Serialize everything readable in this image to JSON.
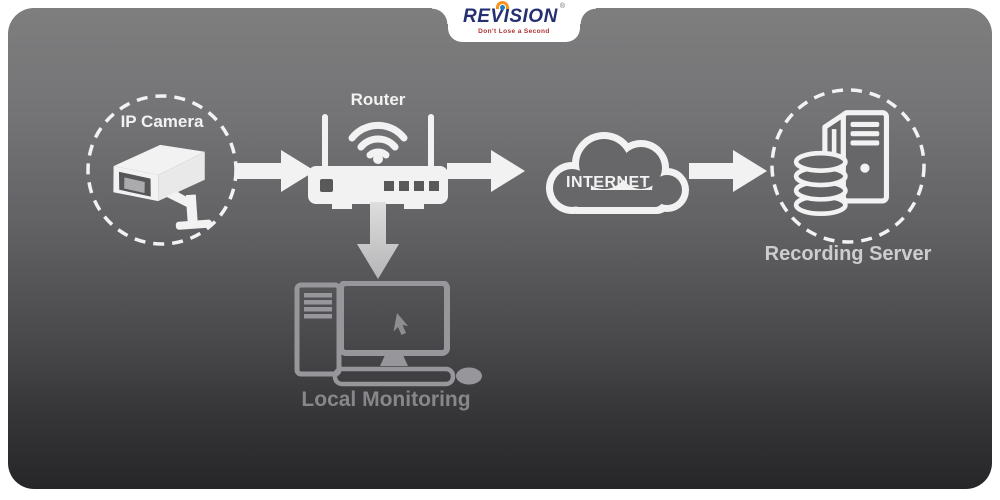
{
  "logo": {
    "brand": "REVISION",
    "registered": "®",
    "tagline": "Don't Lose a Second",
    "brand_color": "#253070",
    "arc_color": "#f7941d",
    "dot_color": "#1f7ec2",
    "tagline_color": "#b03030"
  },
  "nodes": {
    "ip_camera": {
      "label": "IP Camera",
      "icon": "cctv-camera-icon",
      "style": "dashed-circle"
    },
    "router": {
      "label": "Router",
      "icon": "wifi-router-icon"
    },
    "internet": {
      "label": "INTERNET",
      "icon": "cloud-icon"
    },
    "recording_server": {
      "label": "Recording Server",
      "icon": "server-database-icon",
      "style": "dashed-circle"
    },
    "local_monitoring": {
      "label": "Local Monitoring",
      "icon": "desktop-computer-icon"
    }
  },
  "flow": [
    "ip_camera -> router",
    "router -> internet",
    "internet -> recording_server",
    "router -> local_monitoring"
  ],
  "colors": {
    "icon_white": "#f2f2f2",
    "inactive_grey": "#97979b",
    "panel_gradient_top": "#7e7e7e",
    "panel_gradient_bottom": "#262629",
    "page_border": "#ffffff"
  }
}
